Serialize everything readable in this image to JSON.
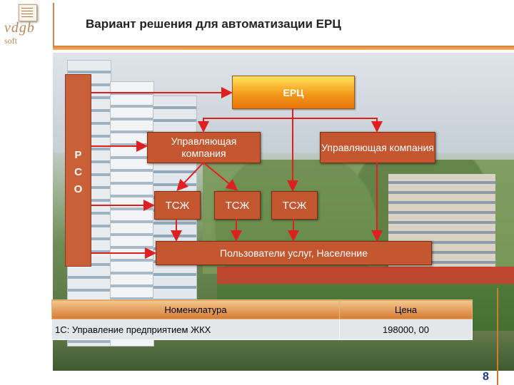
{
  "header": {
    "logo_text": "vdgb",
    "logo_sub": "soft",
    "title": "Вариант решения для автоматизации ЕРЦ"
  },
  "diagram": {
    "rso_letters": [
      "Р",
      "С",
      "О"
    ],
    "erc": "ЕРЦ",
    "management_company_1": "Управляющая компания",
    "management_company_2": "Управляющая компания",
    "tsj_1": "ТСЖ",
    "tsj_2": "ТСЖ",
    "tsj_3": "ТСЖ",
    "users": "Пользователи услуг, Население"
  },
  "table": {
    "headers": [
      "Номенклатура",
      "Цена"
    ],
    "rows": [
      [
        "1С: Управление предприятием ЖКХ",
        "198000, 00"
      ]
    ]
  },
  "page_number": "8",
  "colors": {
    "accent": "#d67d2d",
    "box": "#c45630",
    "erc_gradient_top": "#ffe35a",
    "arrow": "#e02020"
  }
}
